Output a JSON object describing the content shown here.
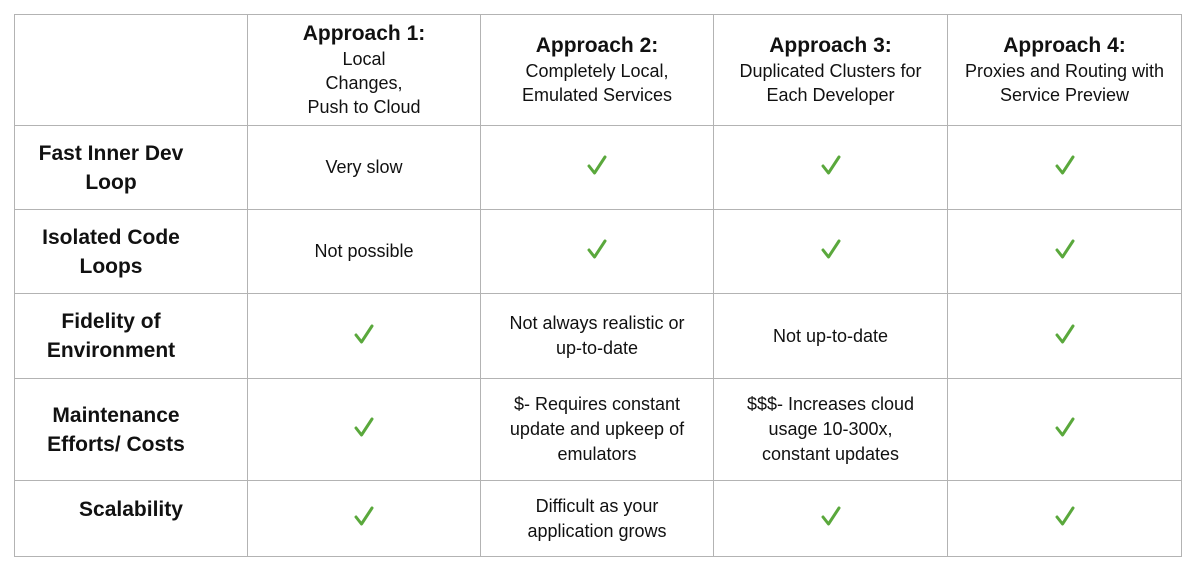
{
  "colors": {
    "check": "#5aa83c",
    "border": "#b3b3b3",
    "text": "#111111"
  },
  "table": {
    "headers": [
      {
        "title": "",
        "subtitle": ""
      },
      {
        "title": "Approach 1:",
        "subtitle": "Local Changes, Push to Cloud"
      },
      {
        "title": "Approach 2:",
        "subtitle": "Completely Local, Emulated Services"
      },
      {
        "title": "Approach 3:",
        "subtitle": "Duplicated Clusters for Each Developer"
      },
      {
        "title": "Approach 4:",
        "subtitle": "Proxies and Routing with Service Preview"
      }
    ],
    "rows": [
      {
        "label": "Fast Inner Dev Loop",
        "cells": [
          {
            "type": "text",
            "value": "Very slow"
          },
          {
            "type": "check",
            "icon": "checkmark-icon"
          },
          {
            "type": "check",
            "icon": "checkmark-icon"
          },
          {
            "type": "check",
            "icon": "checkmark-icon"
          }
        ]
      },
      {
        "label": "Isolated Code Loops",
        "cells": [
          {
            "type": "text",
            "value": "Not possible"
          },
          {
            "type": "check",
            "icon": "checkmark-icon"
          },
          {
            "type": "check",
            "icon": "checkmark-icon"
          },
          {
            "type": "check",
            "icon": "checkmark-icon"
          }
        ]
      },
      {
        "label": "Fidelity of Environment",
        "cells": [
          {
            "type": "check",
            "icon": "checkmark-icon"
          },
          {
            "type": "text",
            "value": "Not always realistic or up-to-date"
          },
          {
            "type": "text",
            "value": "Not up-to-date"
          },
          {
            "type": "check",
            "icon": "checkmark-icon"
          }
        ]
      },
      {
        "label": "Maintenance Efforts/ Costs",
        "cells": [
          {
            "type": "check",
            "icon": "checkmark-icon"
          },
          {
            "type": "text",
            "value": "$- Requires constant update and upkeep of emulators"
          },
          {
            "type": "text",
            "value": "$$$-  Increases cloud usage 10-300x, constant updates"
          },
          {
            "type": "check",
            "icon": "checkmark-icon"
          }
        ]
      },
      {
        "label": "Scalability",
        "cells": [
          {
            "type": "check",
            "icon": "checkmark-icon"
          },
          {
            "type": "text",
            "value": "Difficult as your application grows"
          },
          {
            "type": "check",
            "icon": "checkmark-icon"
          },
          {
            "type": "check",
            "icon": "checkmark-icon"
          }
        ]
      }
    ]
  }
}
